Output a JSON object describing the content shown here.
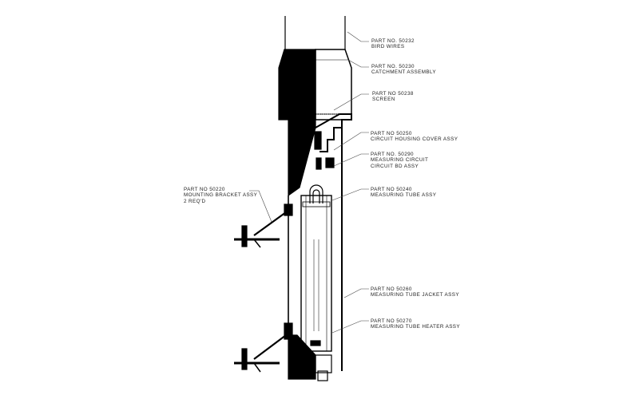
{
  "callouts": [
    {
      "part": "PART NO. 50232",
      "desc": [
        "BIRD WIRES"
      ]
    },
    {
      "part": "PART NO. 50230",
      "desc": [
        "CATCHMENT ASSEMBLY"
      ]
    },
    {
      "part": "PART NO 50238",
      "desc": [
        "SCREEN"
      ]
    },
    {
      "part": "PART NO 50250",
      "desc": [
        "CIRCUIT HOUSING COVER ASSY"
      ]
    },
    {
      "part": "PART NO. 50290",
      "desc": [
        "MEASURING CIRCUIT",
        "CIRCUIT BD ASSY"
      ]
    },
    {
      "part": "PART NO 50240",
      "desc": [
        "MEASURING TUBE ASSY"
      ]
    },
    {
      "part": "PART NO 50260",
      "desc": [
        "MEASURING TUBE JACKET ASSY"
      ]
    },
    {
      "part": "PART NO 50270",
      "desc": [
        "MEASURING TUBE HEATER ASSY"
      ]
    },
    {
      "part": "PART NO 50220",
      "desc": [
        "MOUNTING BRACKET ASSY",
        "2 REQ'D"
      ]
    }
  ]
}
